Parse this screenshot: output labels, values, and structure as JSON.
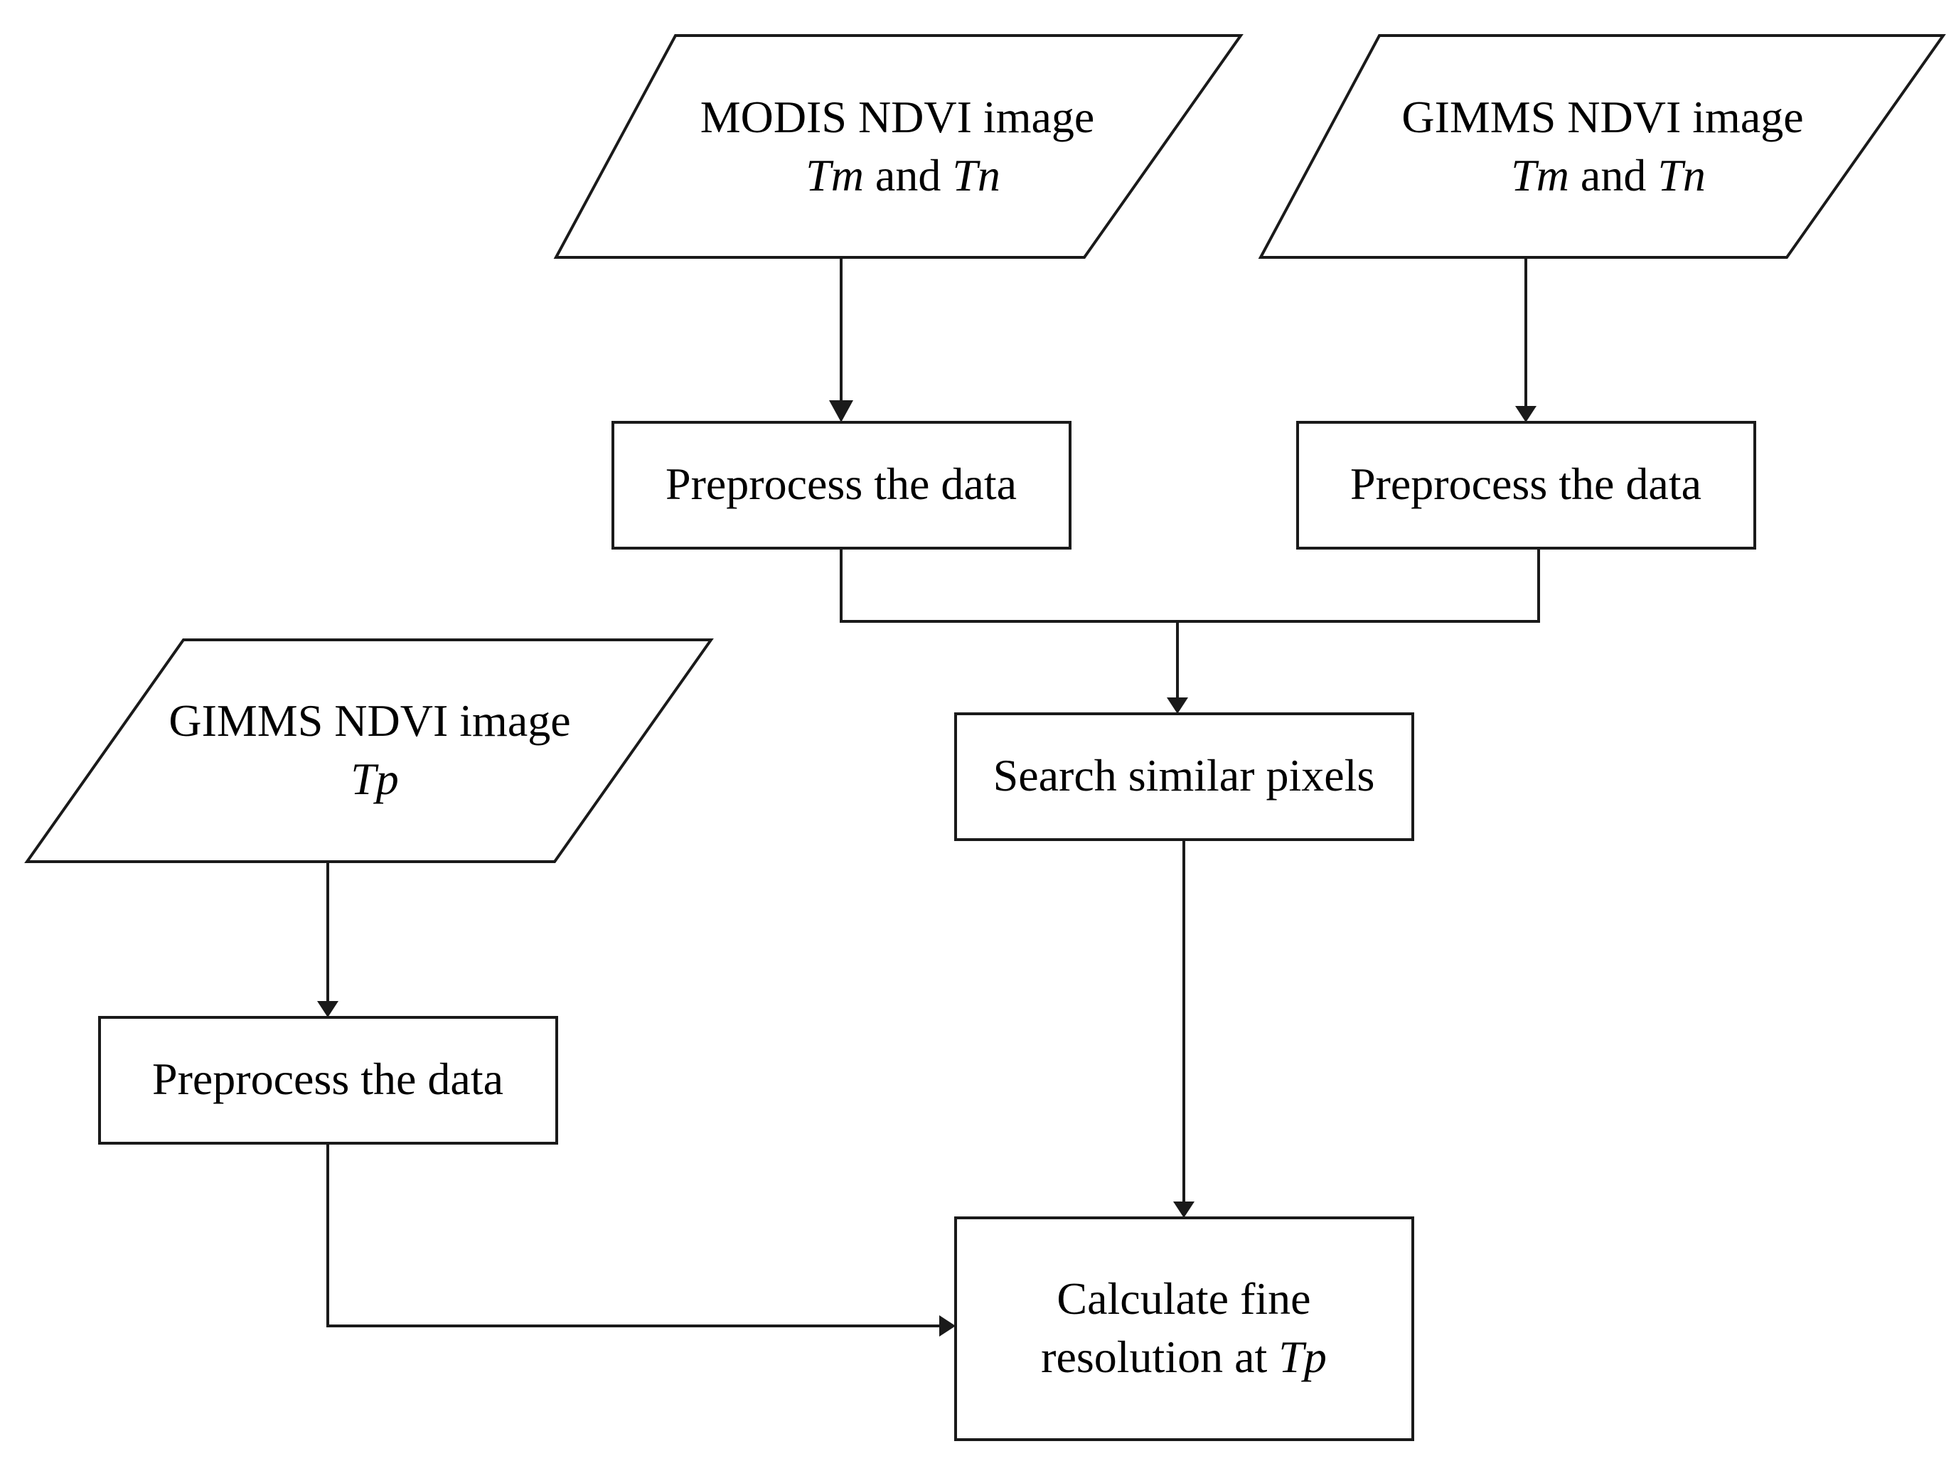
{
  "nodes": {
    "modis_input": {
      "line1": "MODIS NDVI image",
      "line2": {
        "a": "Tm",
        "b": " and ",
        "c": "Tn"
      }
    },
    "gimms_input_tmn": {
      "line1": "GIMMS NDVI image",
      "line2": {
        "a": "Tm",
        "b": " and ",
        "c": "Tn"
      }
    },
    "gimms_input_tp": {
      "line1": "GIMMS NDVI image",
      "line2": "Tp"
    },
    "preprocess_modis": {
      "label": "Preprocess the data"
    },
    "preprocess_gimms_tmn": {
      "label": "Preprocess the data"
    },
    "preprocess_gimms_tp": {
      "label": "Preprocess the data"
    },
    "search_pixels": {
      "label": "Search similar pixels"
    },
    "calculate": {
      "line1": "Calculate fine",
      "line2": {
        "a": "resolution at ",
        "b": "Tp"
      }
    }
  },
  "style": {
    "stroke_color": "#1a1a1a",
    "text_color": "#000000",
    "background": "#ffffff"
  }
}
